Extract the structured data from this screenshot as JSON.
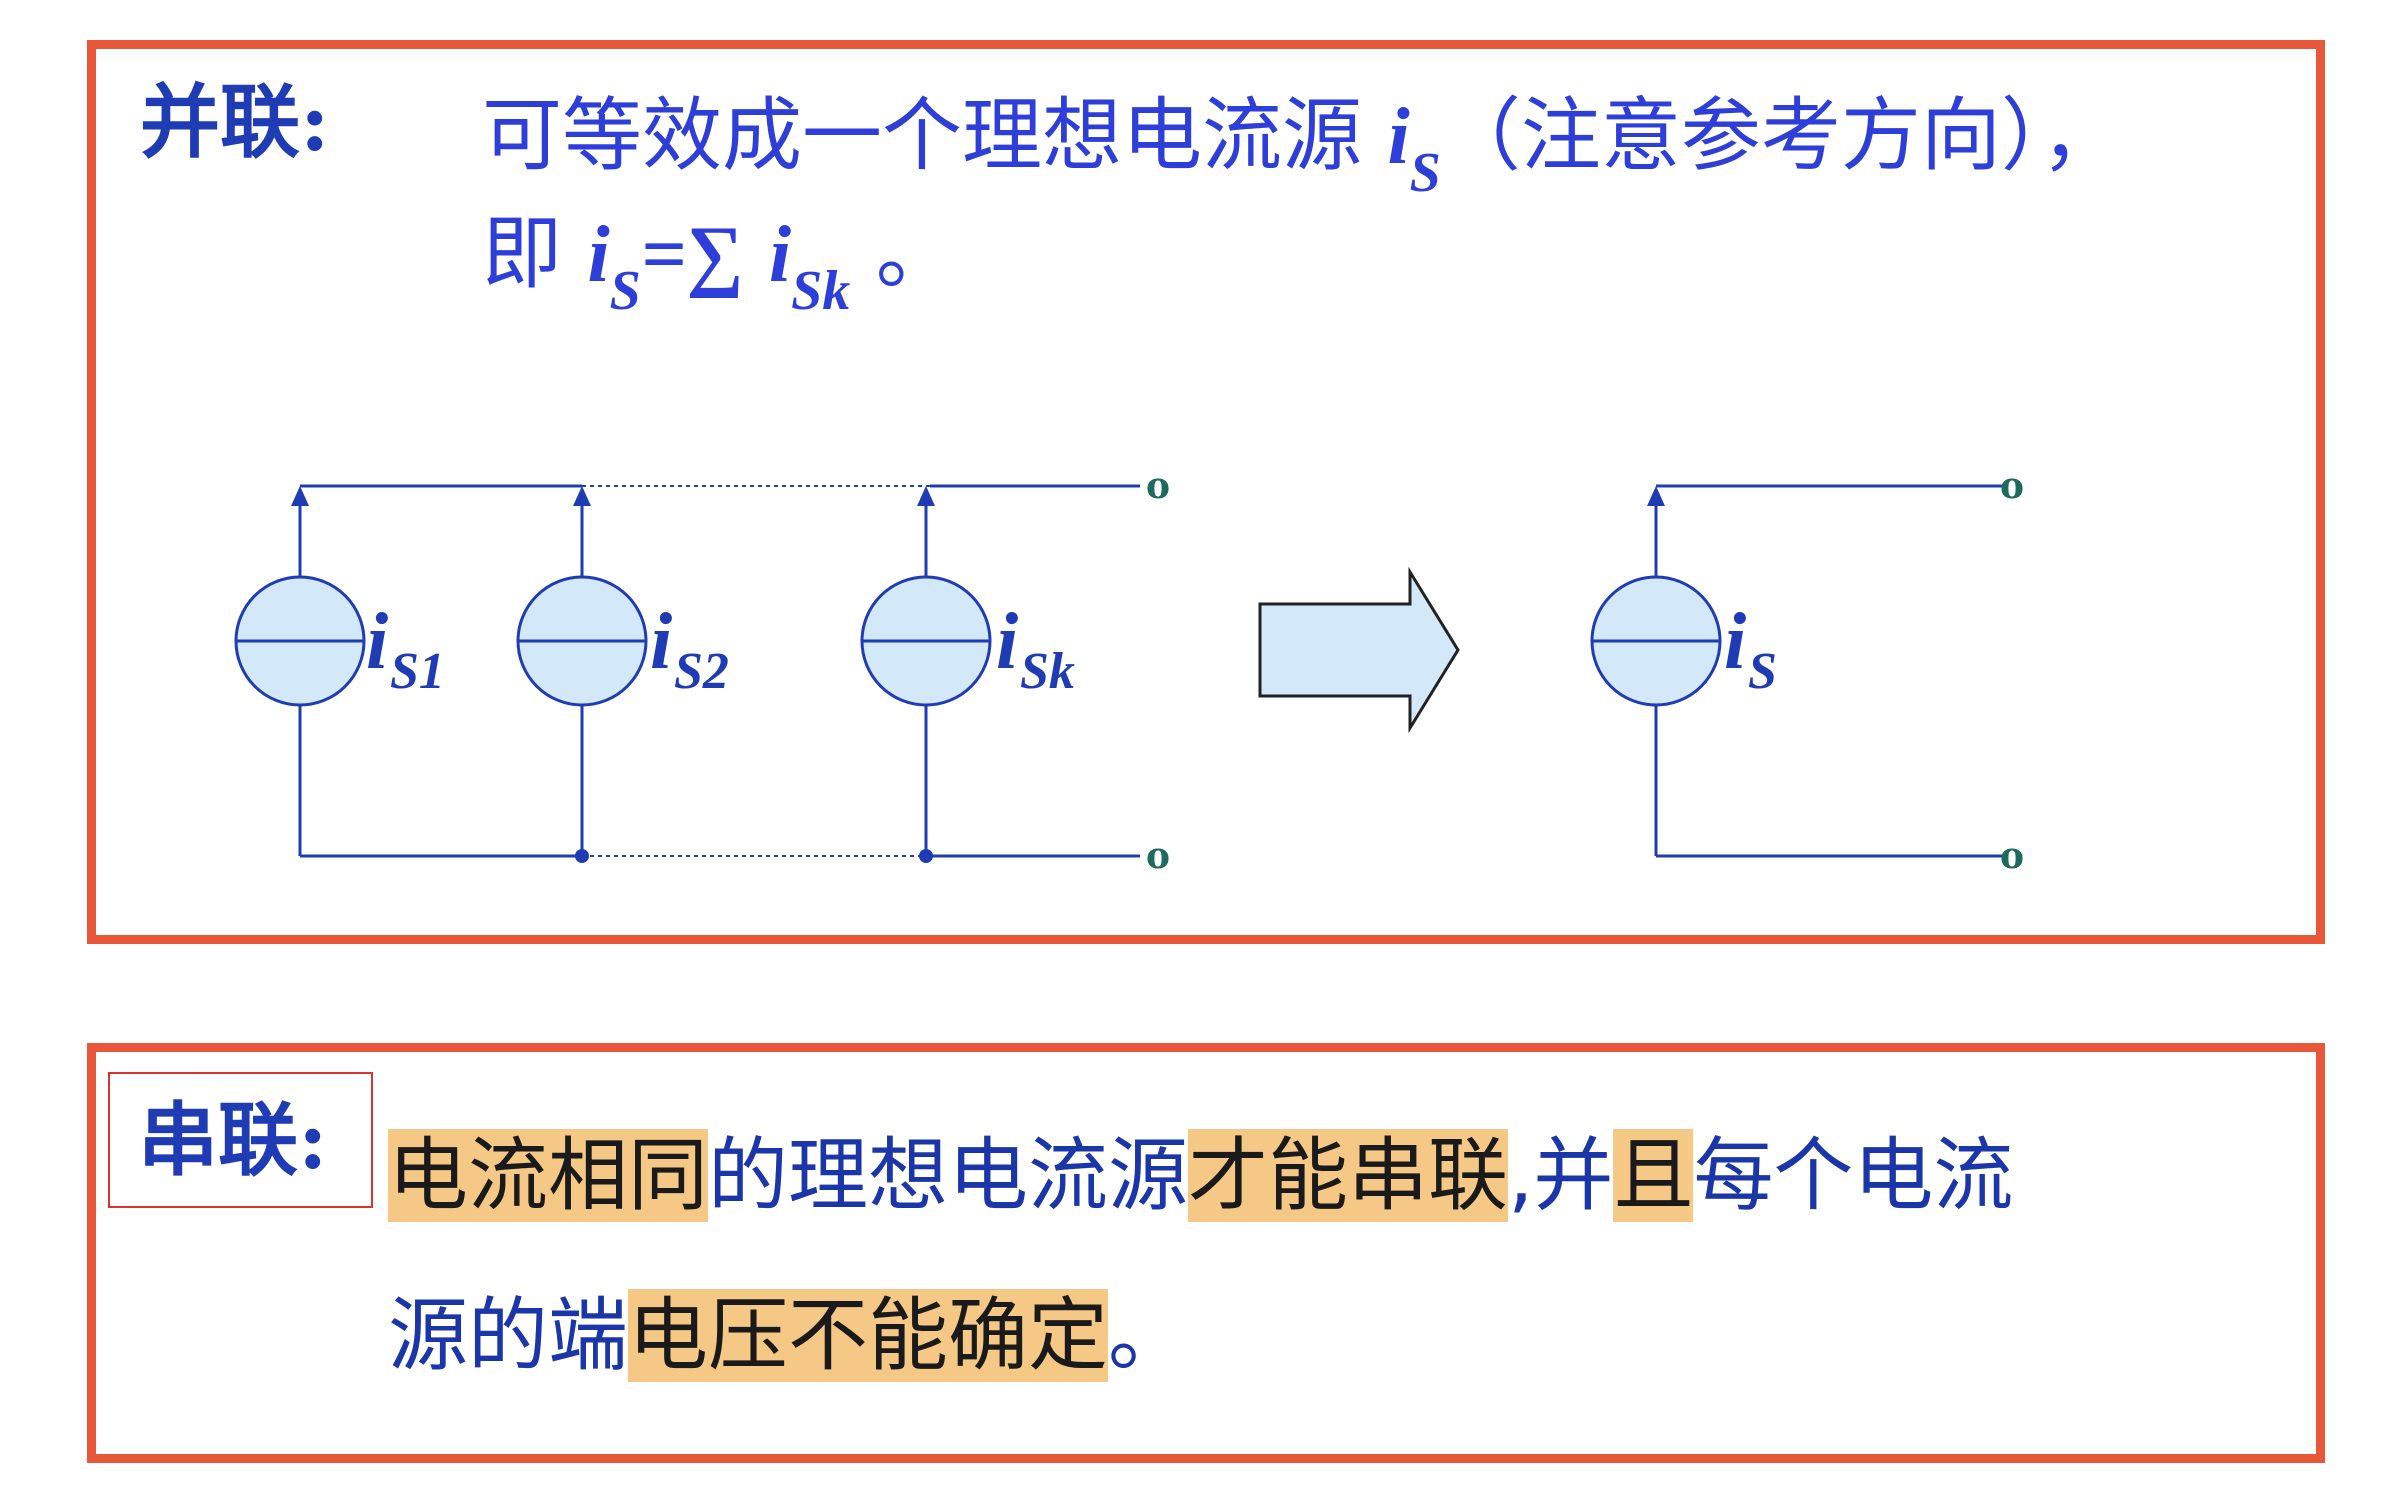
{
  "parallel": {
    "label": "并联:",
    "line1_text": "可等效成一个理想电流源",
    "line1_sym_main": "i",
    "line1_sym_sub": "S",
    "line1_tail": "（注意参考方向），",
    "line2_prefix": "即",
    "line2_sym_main": "i",
    "line2_sym_sub": "S",
    "line2_eq": "=∑",
    "line2_sym2_main": "i",
    "line2_sym2_sub": "Sk",
    "line2_tail": "。",
    "sources": [
      {
        "main": "i",
        "sub": "S1"
      },
      {
        "main": "i",
        "sub": "S2"
      },
      {
        "main": "i",
        "sub": "Sk"
      }
    ],
    "equivalent": {
      "main": "i",
      "sub": "S"
    },
    "terminal_glyph": "o"
  },
  "series": {
    "label": "串联:",
    "line1": [
      {
        "text": "电流相同",
        "hl": true
      },
      {
        "text": "的理想电流源",
        "hl": false
      },
      {
        "text": "才能串联",
        "hl": true
      },
      {
        "text": ",并",
        "hl": false
      },
      {
        "text": "且",
        "hl": true
      },
      {
        "text": "每个电流",
        "hl": false
      }
    ],
    "line2": [
      {
        "text": "源的端",
        "hl": false
      },
      {
        "text": "电压不能确定",
        "hl": true
      },
      {
        "text": "。",
        "hl": false
      }
    ]
  },
  "colors": {
    "frame": "#E8573A",
    "heading": "#1F3CB5",
    "text_blue": "#2E3ED8",
    "wire": "#1F3CB5",
    "source_fill": "#D3E8F8",
    "highlight": "#F6C886",
    "terminal": "#1E6B5E"
  }
}
